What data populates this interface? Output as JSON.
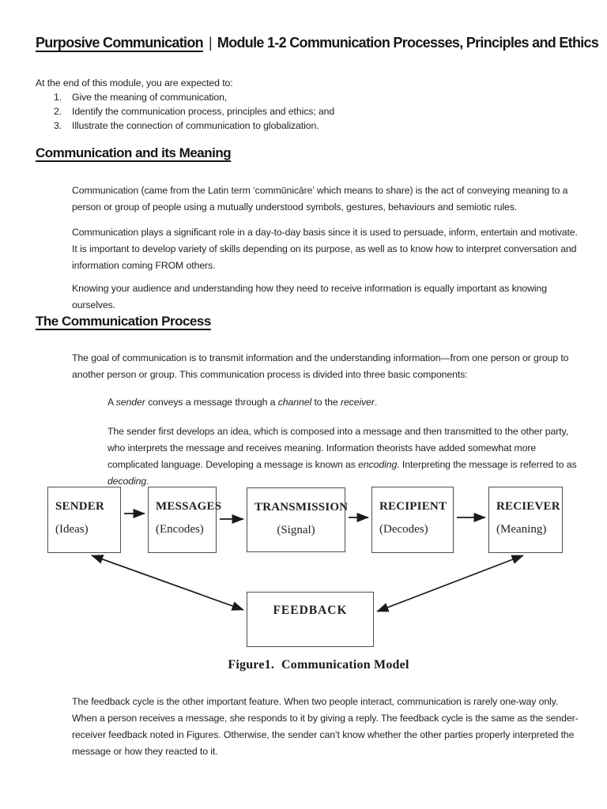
{
  "colors": {
    "text": "#1f1f1f",
    "box_border": "#4f4f4f",
    "background": "#ffffff"
  },
  "title": {
    "course": "Purposive Communication",
    "separator": "|",
    "module": "Module 1-2 Communication Processes, Principles and Ethics"
  },
  "objectives": {
    "intro": "At the end of this module, you are expected to:",
    "items": [
      {
        "number": "1.",
        "text": "Give the meaning of communication,"
      },
      {
        "number": "2.",
        "text": "Identify the communication process, principles and ethics; and"
      },
      {
        "number": "3.",
        "text": "Illustrate the connection of communication to globalization."
      }
    ]
  },
  "section_meaning": {
    "heading": "Communication and its Meaning",
    "para1": "Communication (came from the Latin term ‘commūnicāre’ which means to share) is the act of conveying meaning to a person or group of people using a mutually understood symbols, gestures, behaviours and semiotic rules.",
    "para2": "Communication plays a significant role in a day-to-day basis since it is used to persuade, inform, entertain and motivate. It is important to develop variety of skills depending on its purpose, as well as to know how to interpret conversation and information coming FROM others.",
    "para3": "Knowing your audience and understanding how they need to receive information is equally important as knowing ourselves."
  },
  "section_process": {
    "heading": "The Communication Process",
    "para1": "The goal of communication is to transmit information and the understanding information—from one person or group to another person or group. This communication process is divided into three basic components:",
    "sender_line": {
      "t1": "A ",
      "i1": "sender",
      "t2": " conveys a message through a ",
      "i2": "channel",
      "t3": " to the ",
      "i3": "receiver",
      "t4": "."
    },
    "develop_para": {
      "t1": "The sender first develops an idea, which is composed into a message and then transmitted to the other party, who interprets the message and receives meaning. Information theorists have added somewhat more complicated language. Developing a message is known as ",
      "i1": "encoding",
      "t2": ". Interpreting the message is referred to as ",
      "i2": "decoding",
      "t3": "."
    }
  },
  "diagram": {
    "boxes": [
      {
        "title": "SENDER",
        "subtitle": "(Ideas)"
      },
      {
        "title": "MESSAGES",
        "subtitle": "(Encodes)"
      },
      {
        "title": "TRANSMISSION",
        "subtitle": "(Signal)"
      },
      {
        "title": "RECIPIENT",
        "subtitle": "(Decodes)"
      },
      {
        "title": "RECIEVER",
        "subtitle": "(Meaning)"
      }
    ],
    "feedback_label": "FEEDBACK",
    "caption_prefix": "Figure1.",
    "caption_text": "Communication Model"
  },
  "closing_para": "The feedback cycle is the other important feature. When two people interact, communication is rarely one-way only. When a person receives a message, she responds to it by giving a reply. The feedback cycle is the same as the sender-receiver feedback noted in Figures. Otherwise, the sender can’t know whether the other parties properly interpreted the message or how they reacted to it."
}
